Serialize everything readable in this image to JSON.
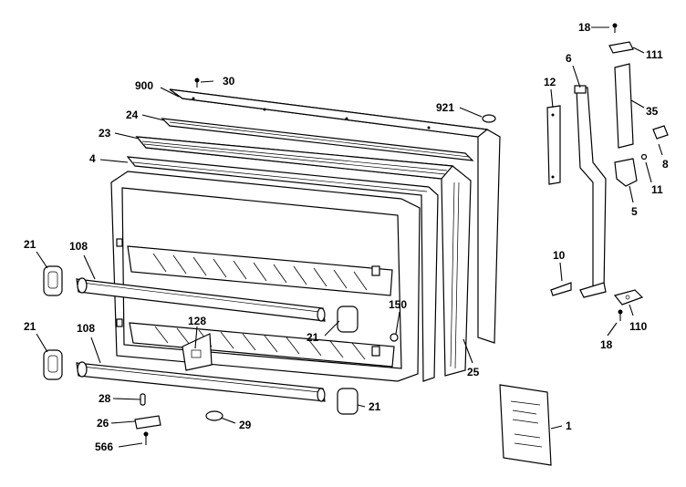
{
  "diagram": {
    "callouts": [
      {
        "id": "c18a",
        "text": "18"
      },
      {
        "id": "c111",
        "text": "111"
      },
      {
        "id": "c6",
        "text": "6"
      },
      {
        "id": "c12",
        "text": "12"
      },
      {
        "id": "c35",
        "text": "35"
      },
      {
        "id": "c8",
        "text": "8"
      },
      {
        "id": "c11",
        "text": "11"
      },
      {
        "id": "c5",
        "text": "5"
      },
      {
        "id": "c10",
        "text": "10"
      },
      {
        "id": "c110",
        "text": "110"
      },
      {
        "id": "c18b",
        "text": "18"
      },
      {
        "id": "c900",
        "text": "900"
      },
      {
        "id": "c30",
        "text": "30"
      },
      {
        "id": "c921",
        "text": "921"
      },
      {
        "id": "c24",
        "text": "24"
      },
      {
        "id": "c23",
        "text": "23"
      },
      {
        "id": "c4",
        "text": "4"
      },
      {
        "id": "c21a",
        "text": "21"
      },
      {
        "id": "c108a",
        "text": "108"
      },
      {
        "id": "c21b",
        "text": "21"
      },
      {
        "id": "c108b",
        "text": "108"
      },
      {
        "id": "c128",
        "text": "128"
      },
      {
        "id": "c150",
        "text": "150"
      },
      {
        "id": "c21c",
        "text": "21"
      },
      {
        "id": "c25",
        "text": "25"
      },
      {
        "id": "c28",
        "text": "28"
      },
      {
        "id": "c26",
        "text": "26"
      },
      {
        "id": "c566",
        "text": "566"
      },
      {
        "id": "c29",
        "text": "29"
      },
      {
        "id": "c21d",
        "text": "21"
      },
      {
        "id": "c1",
        "text": "1"
      }
    ]
  }
}
